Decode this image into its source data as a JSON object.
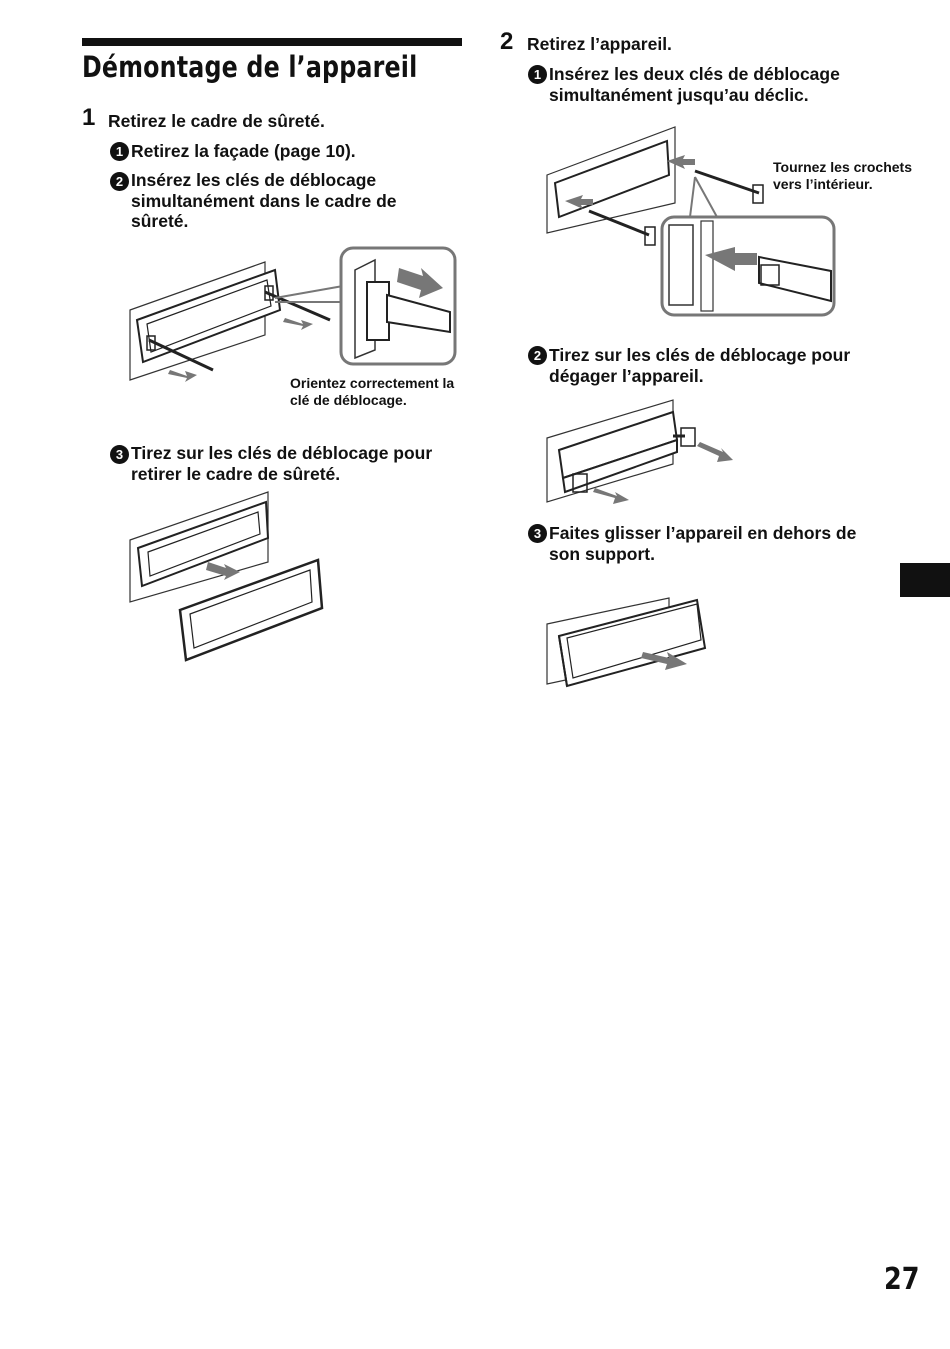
{
  "title": "Démontage de l’appareil",
  "steps": [
    {
      "num": "1",
      "text": "Retirez le cadre de sûreté.",
      "substeps": [
        {
          "mark": "1",
          "text": "Retirez la façade (page 10)."
        },
        {
          "mark": "2",
          "text": "Insérez les clés de déblocage simultanément dans le cadre de sûreté."
        },
        {
          "mark": "3",
          "text": "Tirez sur les clés de déblocage pour retirer le cadre de sûreté."
        }
      ],
      "callout": "Orientez correctement la clé de déblocage."
    },
    {
      "num": "2",
      "text": "Retirez l’appareil.",
      "substeps": [
        {
          "mark": "1",
          "text": "Insérez les deux clés de déblocage simultanément jusqu’au déclic."
        },
        {
          "mark": "2",
          "text": "Tirez sur les clés de déblocage pour dégager l’appareil."
        },
        {
          "mark": "3",
          "text": "Faites glisser l’appareil en dehors de son support."
        }
      ],
      "callout": "Tournez les crochets vers l’intérieur."
    }
  ],
  "page_number": "27"
}
